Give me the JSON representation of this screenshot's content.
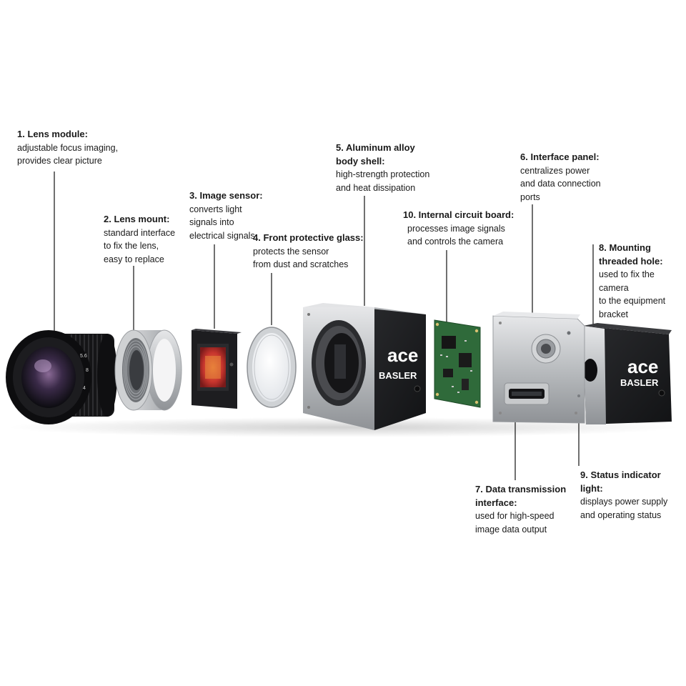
{
  "callouts": [
    {
      "id": "lens-module",
      "title": "1. Lens module:",
      "desc": "adjustable focus imaging,\nprovides clear picture"
    },
    {
      "id": "lens-mount",
      "title": "2. Lens mount:",
      "desc": "standard interface\nto fix the lens,\neasy to replace"
    },
    {
      "id": "image-sensor",
      "title": "3. Image sensor:",
      "desc": "converts light\nsignals into\nelectrical signals"
    },
    {
      "id": "front-glass",
      "title": "4. Front protective glass:",
      "desc": "protects the sensor\nfrom dust and scratches"
    },
    {
      "id": "body-shell",
      "title": "5. Aluminum alloy\nbody shell:",
      "desc": "high-strength protection\nand heat dissipation"
    },
    {
      "id": "interface-panel",
      "title": "6. Interface panel:",
      "desc": "centralizes power\nand data connection\nports"
    },
    {
      "id": "data-interface",
      "title": "7. Data transmission\ninterface:",
      "desc": "used for high-speed\nimage data output"
    },
    {
      "id": "threaded-hole",
      "title": "8. Mounting\nthreaded hole:",
      "desc": "used to fix the camera\nto the equipment\nbracket"
    },
    {
      "id": "status-light",
      "title": "9. Status indicator light:",
      "desc": "displays power supply\nand operating status"
    },
    {
      "id": "circuit-board",
      "title": "10. Internal circuit board:",
      "desc": "processes image signals\nand controls the camera"
    }
  ],
  "branding": {
    "model": "ace",
    "brand": "BASLER"
  },
  "colors": {
    "leader": "#111111",
    "housing_silver": "#c9cbcd",
    "housing_dark": "#1b1c1e",
    "sensor_red": "#c8362e",
    "pcb_green": "#2f6a3a"
  }
}
